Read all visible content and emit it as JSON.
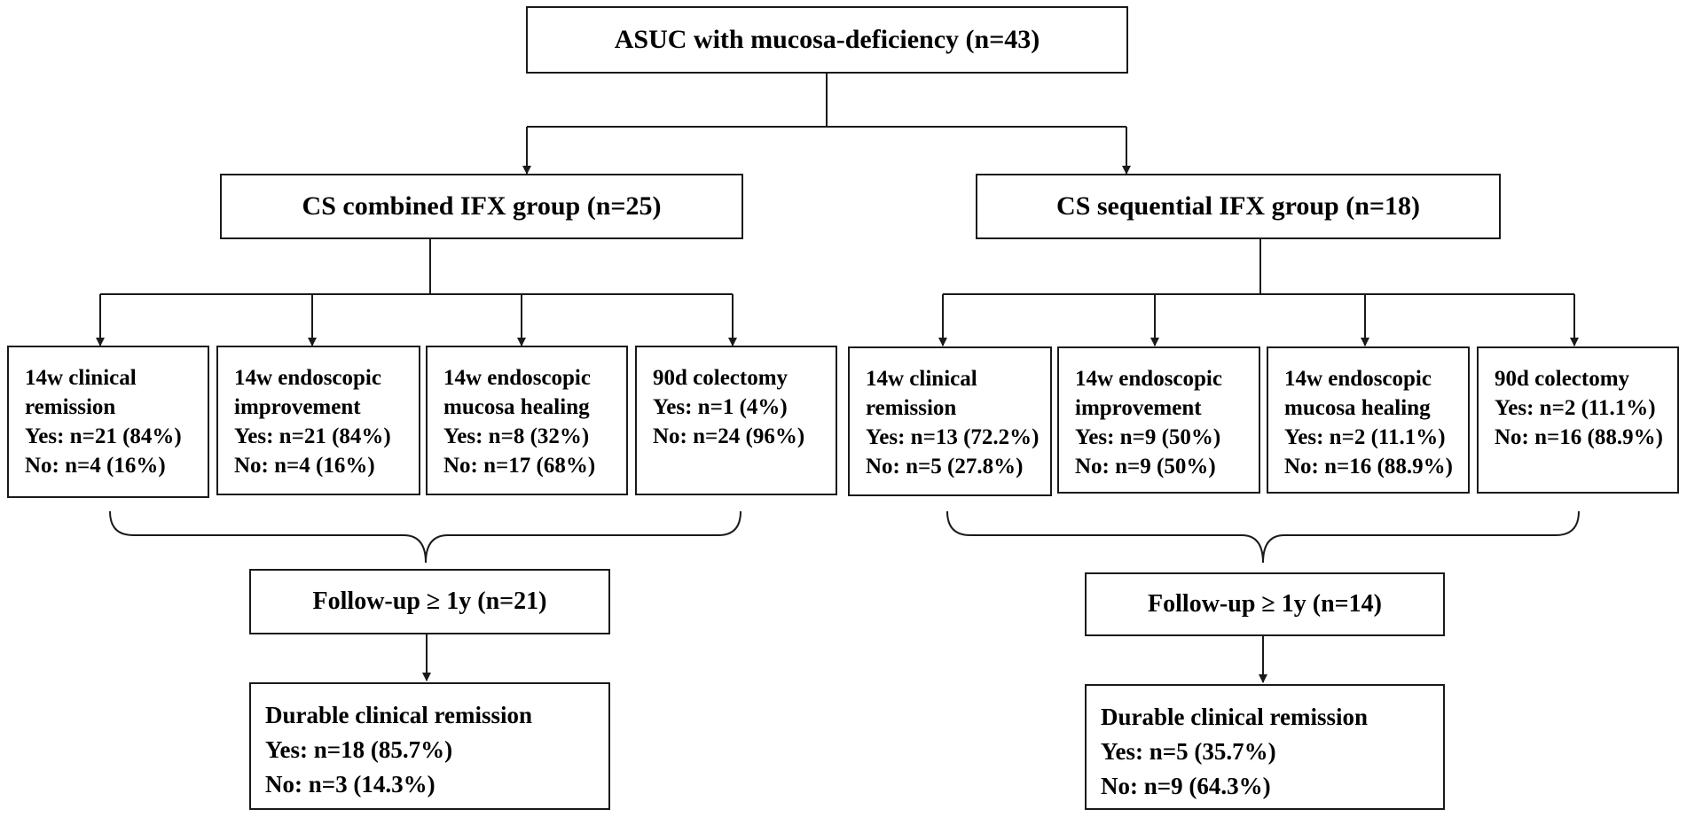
{
  "root": "ASUC with mucosa-deficiency (n=43)",
  "groups": [
    {
      "title": "CS combined IFX group (n=25)",
      "outcomes": [
        {
          "lines": [
            "14w clinical",
            "remission",
            "Yes: n=21 (84%)",
            "No: n=4 (16%)"
          ]
        },
        {
          "lines": [
            "14w endoscopic",
            "improvement",
            "Yes: n=21 (84%)",
            "No: n=4 (16%)"
          ]
        },
        {
          "lines": [
            "14w endoscopic",
            "mucosa healing",
            "Yes: n=8 (32%)",
            "No: n=17 (68%)"
          ]
        },
        {
          "lines": [
            "90d colectomy",
            "Yes: n=1 (4%)",
            "No: n=24 (96%)"
          ]
        }
      ],
      "followup": "Follow-up ≥ 1y (n=21)",
      "durable": [
        "Durable clinical remission",
        "Yes: n=18 (85.7%)",
        "No: n=3 (14.3%)"
      ]
    },
    {
      "title": "CS sequential IFX group (n=18)",
      "outcomes": [
        {
          "lines": [
            "14w clinical",
            "remission",
            "Yes: n=13 (72.2%)",
            "No: n=5 (27.8%)"
          ]
        },
        {
          "lines": [
            "14w endoscopic",
            "improvement",
            "Yes: n=9 (50%)",
            "No: n=9 (50%)"
          ]
        },
        {
          "lines": [
            "14w endoscopic",
            "mucosa healing",
            "Yes: n=2 (11.1%)",
            "No: n=16 (88.9%)"
          ]
        },
        {
          "lines": [
            "90d colectomy",
            "Yes: n=2 (11.1%)",
            "No: n=16 (88.9%)"
          ]
        }
      ],
      "followup": "Follow-up ≥ 1y (n=14)",
      "durable": [
        "Durable clinical remission",
        "Yes: n=5 (35.7%)",
        "No: n=9 (64.3%)"
      ]
    }
  ]
}
